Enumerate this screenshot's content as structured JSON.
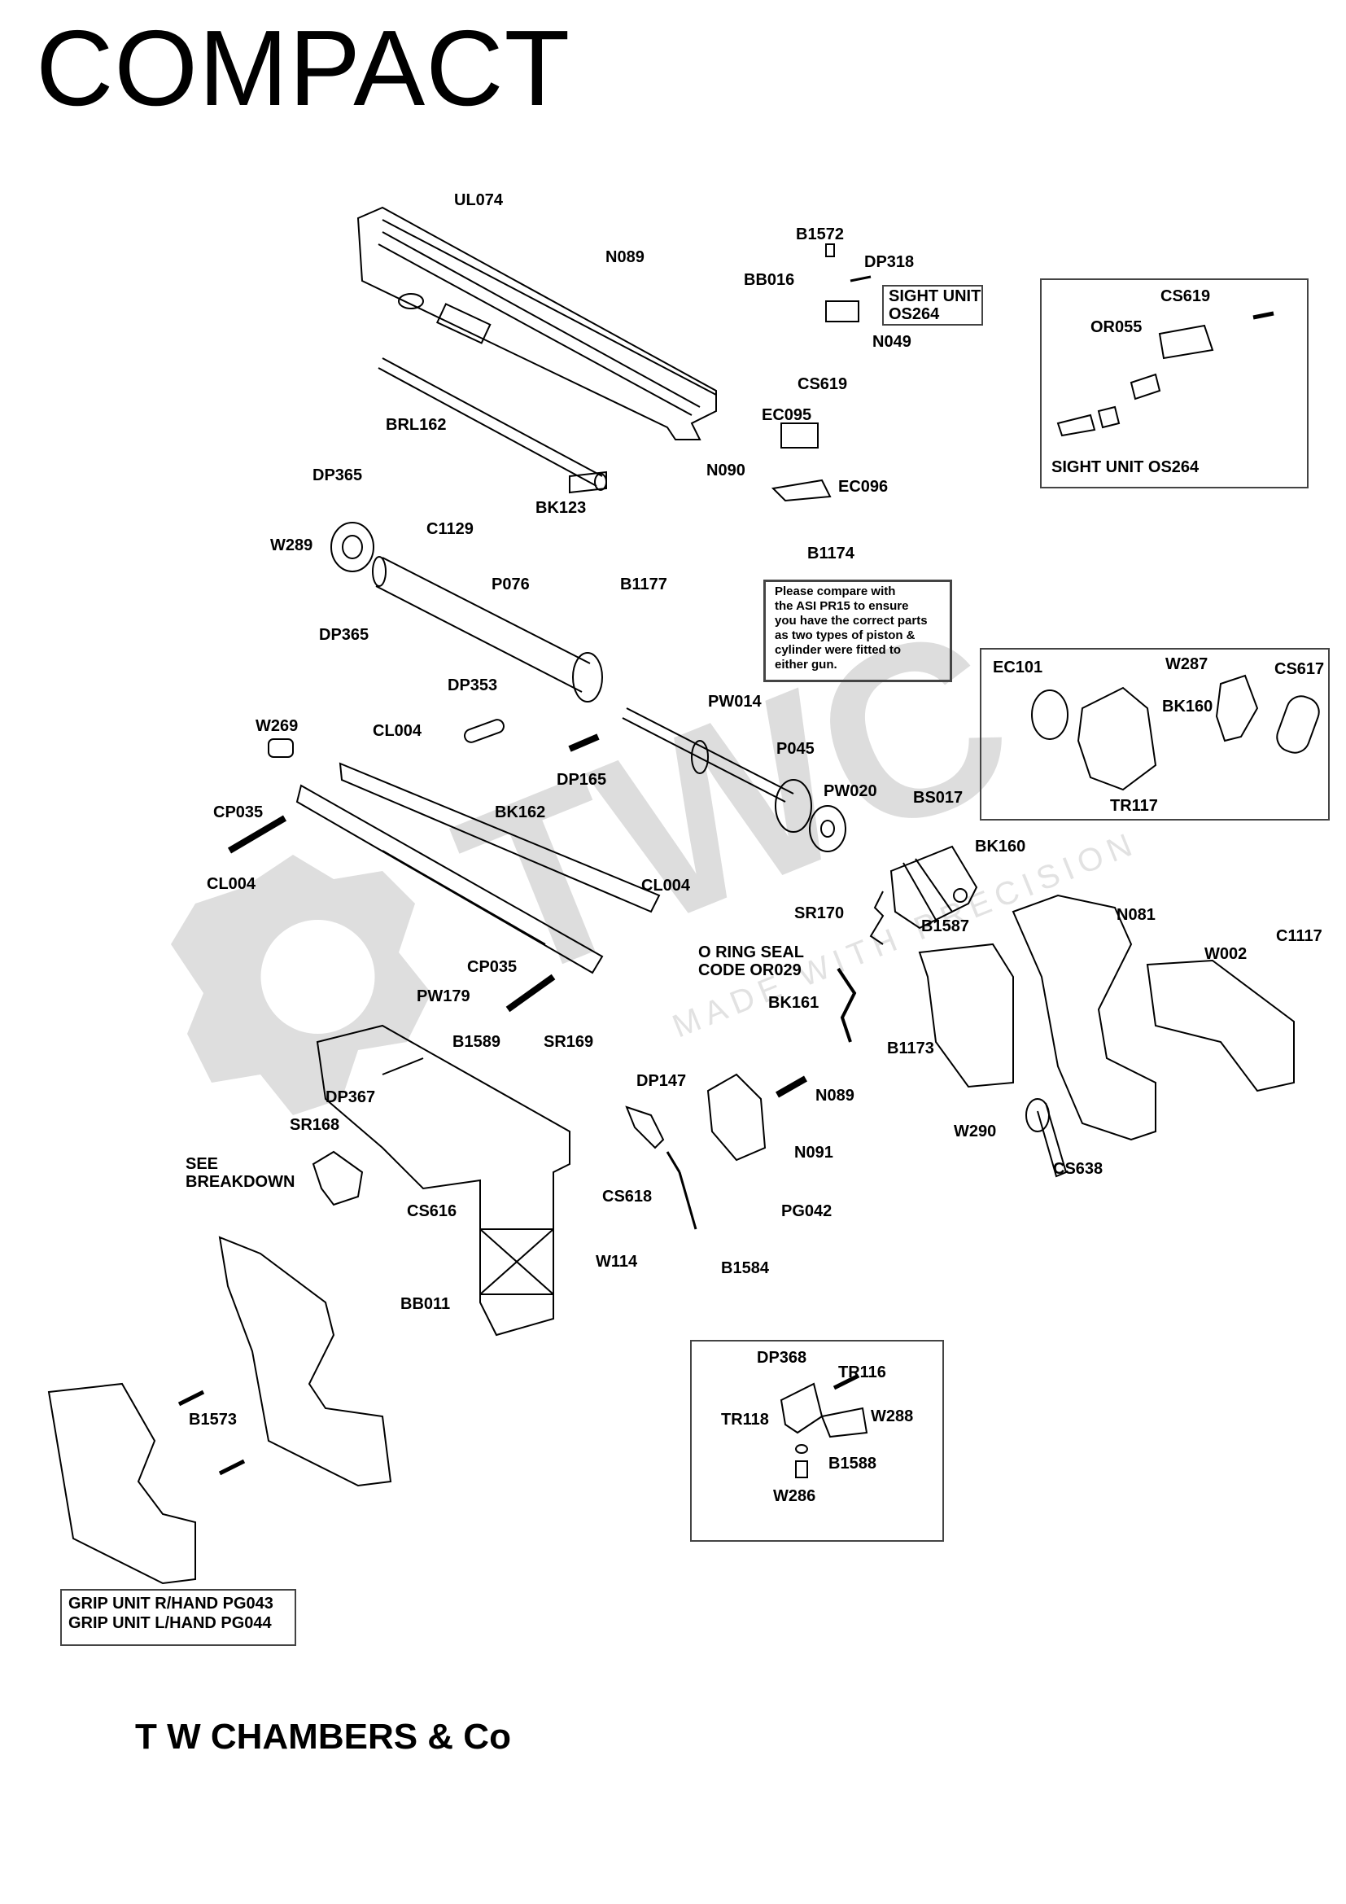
{
  "title": "COMPACT",
  "footer": "T W CHAMBERS & Co",
  "watermark": {
    "brand": "TWC",
    "tagline": "MADE WITH PRECISION",
    "color": "#d9d9d9"
  },
  "colors": {
    "line": "#000000",
    "watermark": "#d9d9d9",
    "box_border": "#444444"
  },
  "sight_unit_box": [
    "SIGHT UNIT",
    "OS264"
  ],
  "sight_unit_panel_caption": "SIGHT UNIT OS264",
  "note": [
    "Please compare with",
    "the ASI PR15 to ensure",
    "you have the correct parts",
    "as two types of piston &",
    "cylinder  were fitted to",
    "either gun."
  ],
  "oring_note": [
    "O RING SEAL",
    "CODE OR029"
  ],
  "see_breakdown": [
    "SEE",
    "BREAKDOWN"
  ],
  "grip_unit": [
    "GRIP UNIT R/HAND PG043",
    "GRIP UNIT L/HAND PG044"
  ],
  "part_labels": [
    "UL074",
    "N089",
    "B1572",
    "DP318",
    "BB016",
    "N049",
    "CS619",
    "BRL162",
    "EC095",
    "N090",
    "EC096",
    "B1174",
    "DP365",
    "C1129",
    "BK123",
    "W289",
    "B1177",
    "P076",
    "DP365",
    "DP353",
    "W269",
    "CL004",
    "PW014",
    "P045",
    "DP165",
    "CP035",
    "BK162",
    "PW020",
    "BS017",
    "CL004",
    "BK160",
    "SR170",
    "B1587",
    "N081",
    "W002",
    "C1117",
    "CP035",
    "CL004",
    "PW179",
    "BK161",
    "B1173",
    "B1589",
    "SR169",
    "DP147",
    "N089",
    "DP367",
    "SR168",
    "N091",
    "W290",
    "CS638",
    "CS616",
    "CS618",
    "PG042",
    "W114",
    "B1584",
    "BB011",
    "CS619",
    "OR055",
    "EC101",
    "W287",
    "CS617",
    "BK160",
    "TR117",
    "DP368",
    "TR116",
    "TR118",
    "W288",
    "B1588",
    "W286",
    "B1573"
  ]
}
